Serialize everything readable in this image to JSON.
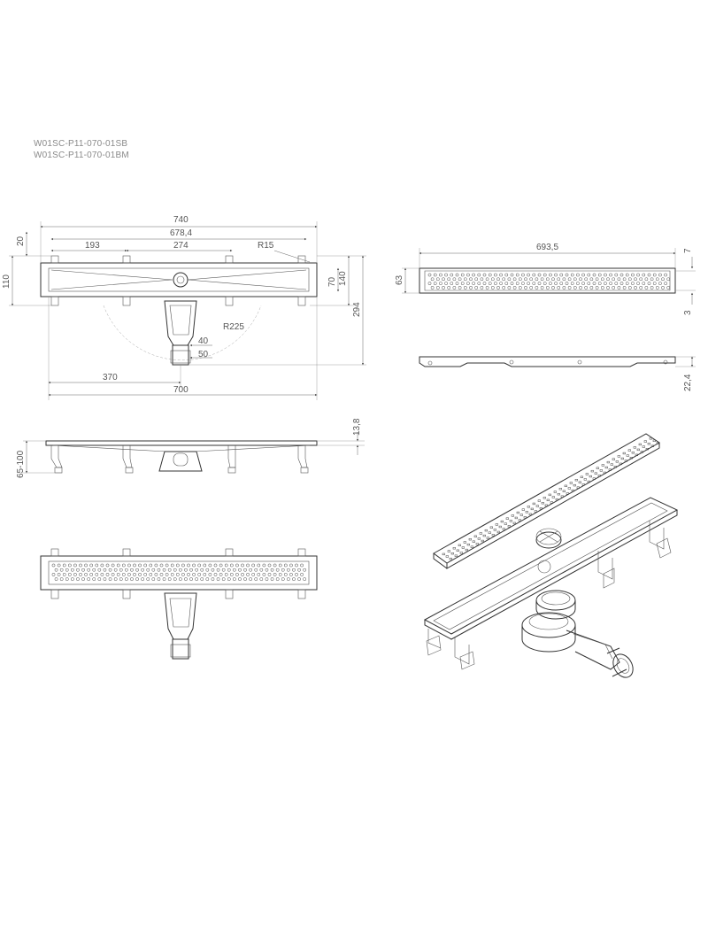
{
  "product_codes": [
    "W01SC-P11-070-01SB",
    "W01SC-P11-070-01BM"
  ],
  "dimensions": {
    "overall_length": "740",
    "inner_length": "678,4",
    "half_left": "193",
    "half_right": "274",
    "radius_small": "R15",
    "top_margin": "20",
    "body_width": "110",
    "inner_width": "70",
    "outer_width": "140",
    "total_depth": "294",
    "radius_large": "R225",
    "outlet_inner": "40",
    "outlet_outer": "50",
    "outlet_offset": "370",
    "grate_length_bottom": "700",
    "grate_length": "693,5",
    "grate_width": "63",
    "grate_lip": "7",
    "grate_thickness": "3",
    "grate_height": "22,4",
    "flange_height": "13,8",
    "adjustable_height": "65-100"
  }
}
